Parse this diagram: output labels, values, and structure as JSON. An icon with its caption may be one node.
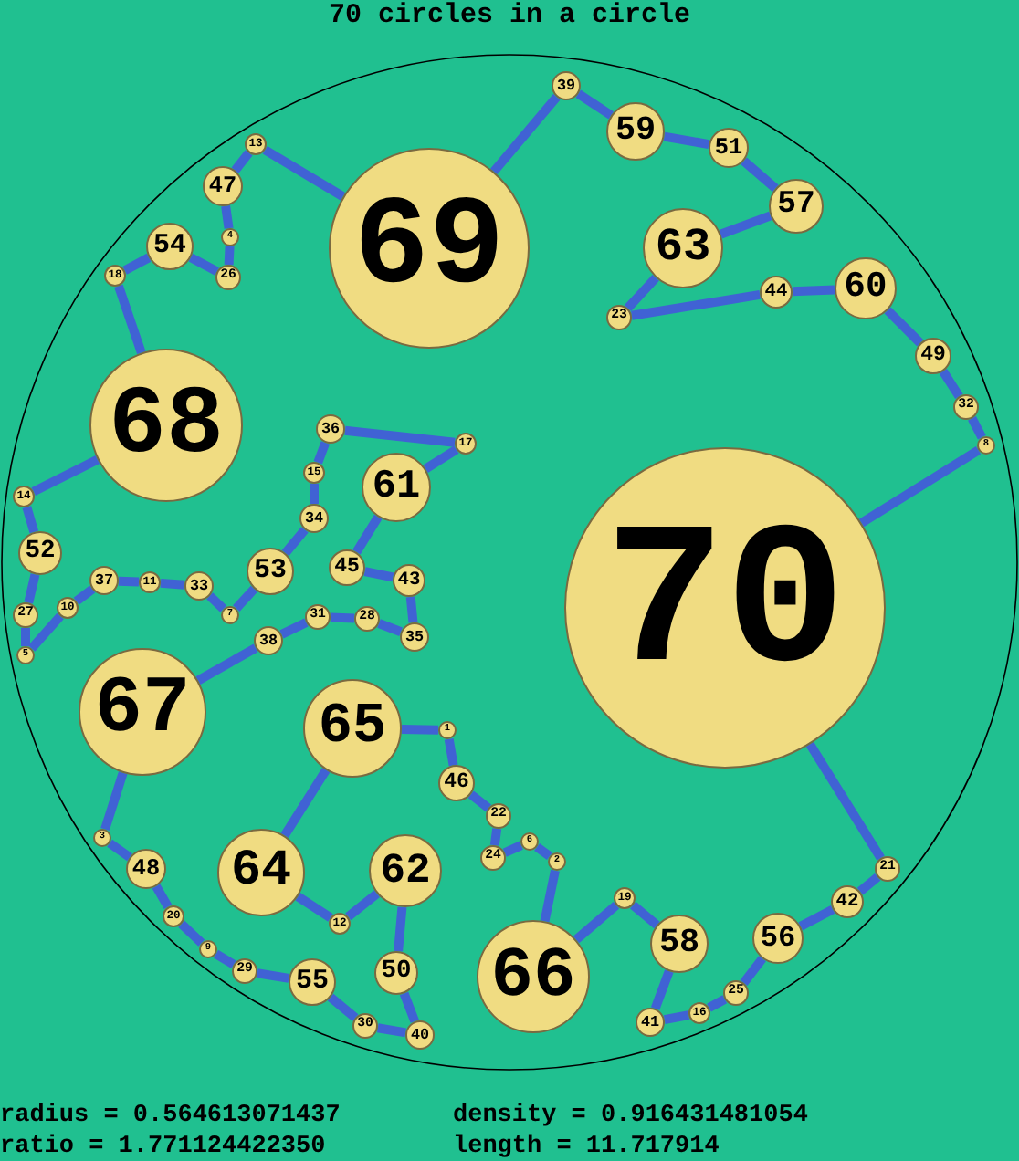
{
  "diagram": {
    "title": "70 circles in a circle",
    "nodes": [
      {
        "text": [
          "1"
        ]
      },
      {
        "text": [
          "2"
        ]
      },
      {
        "text": [
          "3"
        ]
      },
      {
        "text": [
          "4"
        ]
      },
      {
        "text": [
          "5"
        ]
      },
      {
        "text": [
          "6"
        ]
      },
      {
        "text": [
          "7"
        ]
      },
      {
        "text": [
          "8"
        ]
      },
      {
        "text": [
          "9"
        ]
      },
      {
        "text": [
          "10"
        ]
      },
      {
        "text": [
          "11"
        ]
      },
      {
        "text": [
          "12"
        ]
      },
      {
        "text": [
          "13"
        ]
      },
      {
        "text": [
          "14"
        ]
      },
      {
        "text": [
          "15"
        ]
      },
      {
        "text": [
          "16"
        ]
      },
      {
        "text": [
          "17"
        ]
      },
      {
        "text": [
          "18"
        ]
      },
      {
        "text": [
          "19"
        ]
      },
      {
        "text": [
          "20"
        ]
      },
      {
        "text": [
          "21"
        ]
      },
      {
        "text": [
          "22"
        ]
      },
      {
        "text": [
          "23"
        ]
      },
      {
        "text": [
          "24"
        ]
      },
      {
        "text": [
          "25"
        ]
      },
      {
        "text": [
          "26"
        ]
      },
      {
        "text": [
          "27"
        ]
      },
      {
        "text": [
          "28"
        ]
      },
      {
        "text": [
          "29"
        ]
      },
      {
        "text": [
          "30"
        ]
      },
      {
        "text": [
          "31"
        ]
      },
      {
        "text": [
          "32"
        ]
      },
      {
        "text": [
          "33"
        ]
      },
      {
        "text": [
          "34"
        ]
      },
      {
        "text": [
          "35"
        ]
      },
      {
        "text": [
          "36"
        ]
      },
      {
        "text": [
          "37"
        ]
      },
      {
        "text": [
          "38"
        ]
      },
      {
        "text": [
          "39"
        ]
      },
      {
        "text": [
          "40"
        ]
      },
      {
        "text": [
          "41"
        ]
      },
      {
        "text": [
          "42"
        ]
      },
      {
        "text": [
          "43"
        ]
      },
      {
        "text": [
          "44"
        ]
      },
      {
        "text": [
          "45"
        ]
      },
      {
        "text": [
          "46"
        ]
      },
      {
        "text": [
          "47"
        ]
      },
      {
        "text": [
          "48"
        ]
      },
      {
        "text": [
          "49"
        ]
      },
      {
        "text": [
          "50"
        ]
      },
      {
        "text": [
          "51"
        ]
      },
      {
        "text": [
          "52"
        ]
      },
      {
        "text": [
          "53"
        ]
      },
      {
        "text": [
          "54"
        ]
      },
      {
        "text": [
          "55"
        ]
      },
      {
        "text": [
          "56"
        ]
      },
      {
        "text": [
          "57"
        ]
      },
      {
        "text": [
          "58"
        ]
      },
      {
        "text": [
          "59"
        ]
      },
      {
        "text": [
          "60"
        ]
      },
      {
        "text": [
          "61"
        ]
      },
      {
        "text": [
          "62"
        ]
      },
      {
        "text": [
          "63"
        ]
      },
      {
        "text": [
          "64"
        ]
      },
      {
        "text": [
          "65"
        ]
      },
      {
        "text": [
          "66"
        ]
      },
      {
        "text": [
          "67"
        ]
      },
      {
        "text": [
          "68"
        ]
      },
      {
        "text": [
          "69"
        ]
      },
      {
        "text": [
          "70"
        ]
      }
    ],
    "edges": [
      {
        "from": 4,
        "to": 26,
        "arrow": "none"
      },
      {
        "from": 26,
        "to": 51,
        "arrow": "none"
      },
      {
        "from": 51,
        "to": 13,
        "arrow": "none"
      },
      {
        "from": 13,
        "to": 67,
        "arrow": "none"
      },
      {
        "from": 67,
        "to": 17,
        "arrow": "none"
      },
      {
        "from": 17,
        "to": 53,
        "arrow": "none"
      },
      {
        "from": 53,
        "to": 25,
        "arrow": "none"
      },
      {
        "from": 25,
        "to": 3,
        "arrow": "none"
      },
      {
        "from": 3,
        "to": 46,
        "arrow": "none"
      },
      {
        "from": 46,
        "to": 12,
        "arrow": "none"
      },
      {
        "from": 12,
        "to": 68,
        "arrow": "none"
      },
      {
        "from": 68,
        "to": 38,
        "arrow": "none"
      },
      {
        "from": 38,
        "to": 58,
        "arrow": "none"
      },
      {
        "from": 58,
        "to": 50,
        "arrow": "none"
      },
      {
        "from": 50,
        "to": 56,
        "arrow": "none"
      },
      {
        "from": 56,
        "to": 62,
        "arrow": "none"
      },
      {
        "from": 62,
        "to": 22,
        "arrow": "none"
      },
      {
        "from": 22,
        "to": 43,
        "arrow": "none"
      },
      {
        "from": 43,
        "to": 59,
        "arrow": "none"
      },
      {
        "from": 59,
        "to": 48,
        "arrow": "none"
      },
      {
        "from": 48,
        "to": 31,
        "arrow": "none"
      },
      {
        "from": 31,
        "to": 7,
        "arrow": "none"
      },
      {
        "from": 7,
        "to": 69,
        "arrow": "none"
      },
      {
        "from": 69,
        "to": 20,
        "arrow": "none"
      },
      {
        "from": 20,
        "to": 41,
        "arrow": "none"
      },
      {
        "from": 41,
        "to": 55,
        "arrow": "none"
      },
      {
        "from": 55,
        "to": 24,
        "arrow": "none"
      },
      {
        "from": 24,
        "to": 15,
        "arrow": "none"
      },
      {
        "from": 15,
        "to": 40,
        "arrow": "none"
      },
      {
        "from": 40,
        "to": 57,
        "arrow": "none"
      },
      {
        "from": 57,
        "to": 18,
        "arrow": "none"
      },
      {
        "from": 18,
        "to": 65,
        "arrow": "none"
      },
      {
        "from": 65,
        "to": 1,
        "arrow": "none"
      },
      {
        "from": 1,
        "to": 5,
        "arrow": "none"
      },
      {
        "from": 5,
        "to": 23,
        "arrow": "none"
      },
      {
        "from": 23,
        "to": 21,
        "arrow": "none"
      },
      {
        "from": 21,
        "to": 45,
        "arrow": "none"
      },
      {
        "from": 45,
        "to": 0,
        "arrow": "none"
      },
      {
        "from": 0,
        "to": 64,
        "arrow": "none"
      },
      {
        "from": 64,
        "to": 63,
        "arrow": "none"
      },
      {
        "from": 63,
        "to": 11,
        "arrow": "none"
      },
      {
        "from": 11,
        "to": 61,
        "arrow": "none"
      },
      {
        "from": 61,
        "to": 49,
        "arrow": "none"
      },
      {
        "from": 49,
        "to": 39,
        "arrow": "none"
      },
      {
        "from": 39,
        "to": 29,
        "arrow": "none"
      },
      {
        "from": 29,
        "to": 54,
        "arrow": "none"
      },
      {
        "from": 54,
        "to": 28,
        "arrow": "none"
      },
      {
        "from": 28,
        "to": 8,
        "arrow": "none"
      },
      {
        "from": 8,
        "to": 19,
        "arrow": "none"
      },
      {
        "from": 19,
        "to": 47,
        "arrow": "none"
      },
      {
        "from": 47,
        "to": 2,
        "arrow": "none"
      },
      {
        "from": 2,
        "to": 66,
        "arrow": "none"
      },
      {
        "from": 66,
        "to": 37,
        "arrow": "none"
      },
      {
        "from": 37,
        "to": 30,
        "arrow": "none"
      },
      {
        "from": 30,
        "to": 27,
        "arrow": "none"
      },
      {
        "from": 27,
        "to": 34,
        "arrow": "none"
      },
      {
        "from": 34,
        "to": 42,
        "arrow": "none"
      },
      {
        "from": 42,
        "to": 44,
        "arrow": "none"
      },
      {
        "from": 44,
        "to": 60,
        "arrow": "none"
      },
      {
        "from": 60,
        "to": 16,
        "arrow": "none"
      },
      {
        "from": 16,
        "to": 35,
        "arrow": "none"
      },
      {
        "from": 35,
        "to": 14,
        "arrow": "none"
      },
      {
        "from": 14,
        "to": 33,
        "arrow": "none"
      },
      {
        "from": 33,
        "to": 52,
        "arrow": "none"
      },
      {
        "from": 52,
        "to": 6,
        "arrow": "none"
      },
      {
        "from": 6,
        "to": 32,
        "arrow": "none"
      },
      {
        "from": 32,
        "to": 10,
        "arrow": "none"
      },
      {
        "from": 10,
        "to": 36,
        "arrow": "none"
      },
      {
        "from": 36,
        "to": 9,
        "arrow": "none"
      },
      {
        "from": 9,
        "to": 4,
        "arrow": "none"
      }
    ],
    "labels": [
      "radius = 0.564613071437",
      "density = 0.916431481054",
      "ratio = 1.771124422350",
      "length = 11.717914"
    ]
  }
}
